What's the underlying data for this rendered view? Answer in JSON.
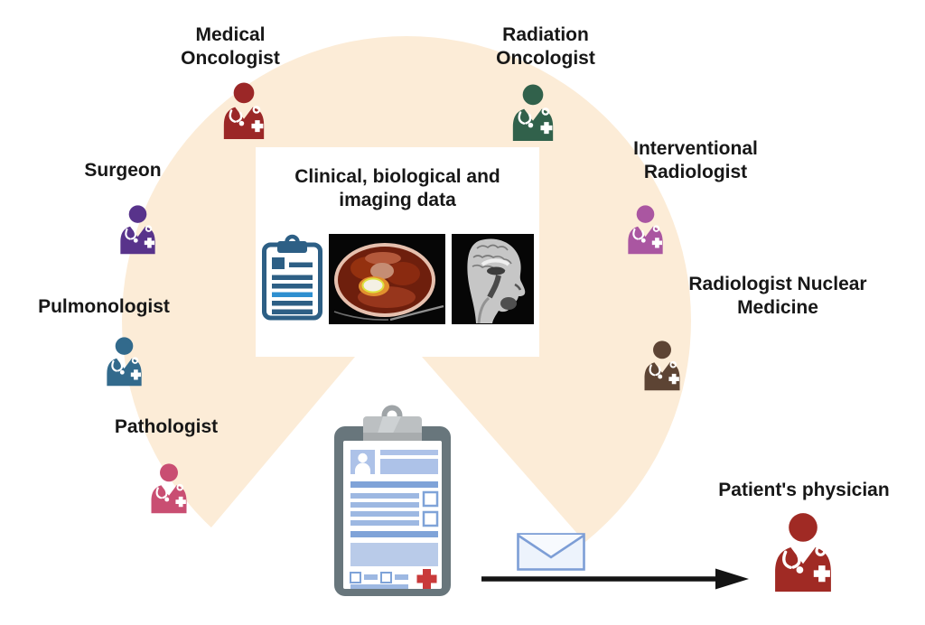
{
  "center_panel": {
    "heading_line1": "Clinical, biological and",
    "heading_line2": "imaging data",
    "images": [
      {
        "name": "clinical-report-icon"
      },
      {
        "name": "pet-ct-chest-scan"
      },
      {
        "name": "sagittal-brain-mri"
      }
    ]
  },
  "specialists": [
    {
      "id": "medical-oncologist",
      "label": "Medical Oncologist",
      "color": "#9b2727"
    },
    {
      "id": "radiation-oncologist",
      "label": "Radiation Oncologist",
      "color": "#31614b"
    },
    {
      "id": "surgeon",
      "label": "Surgeon",
      "color": "#58338b"
    },
    {
      "id": "interventional-radiologist",
      "label": "Interventional Radiologist",
      "color": "#aa56a1"
    },
    {
      "id": "pulmonologist",
      "label": "Pulmonologist",
      "color": "#326a8c"
    },
    {
      "id": "radiologist-nuclear-medicine",
      "label": "Radiologist Nuclear Medicine",
      "color": "#5d4434"
    },
    {
      "id": "pathologist",
      "label": "Pathologist",
      "color": "#c94e72"
    },
    {
      "id": "patients-physician",
      "label": "Patient's physician",
      "color": "#a02a24"
    }
  ],
  "palette": {
    "ring_background": "#fcecd7",
    "arrow_black": "#141414",
    "report_icon_blue": "#2d5f85",
    "report_icon_accent": "#2e8fd0",
    "clipboard_frame_gray": "#68767c",
    "form_blue": "#7fa3d8",
    "form_blue_light": "#b3c7e9",
    "cross_red": "#c93a3a",
    "envelope_blue": "#7d9ed6"
  }
}
